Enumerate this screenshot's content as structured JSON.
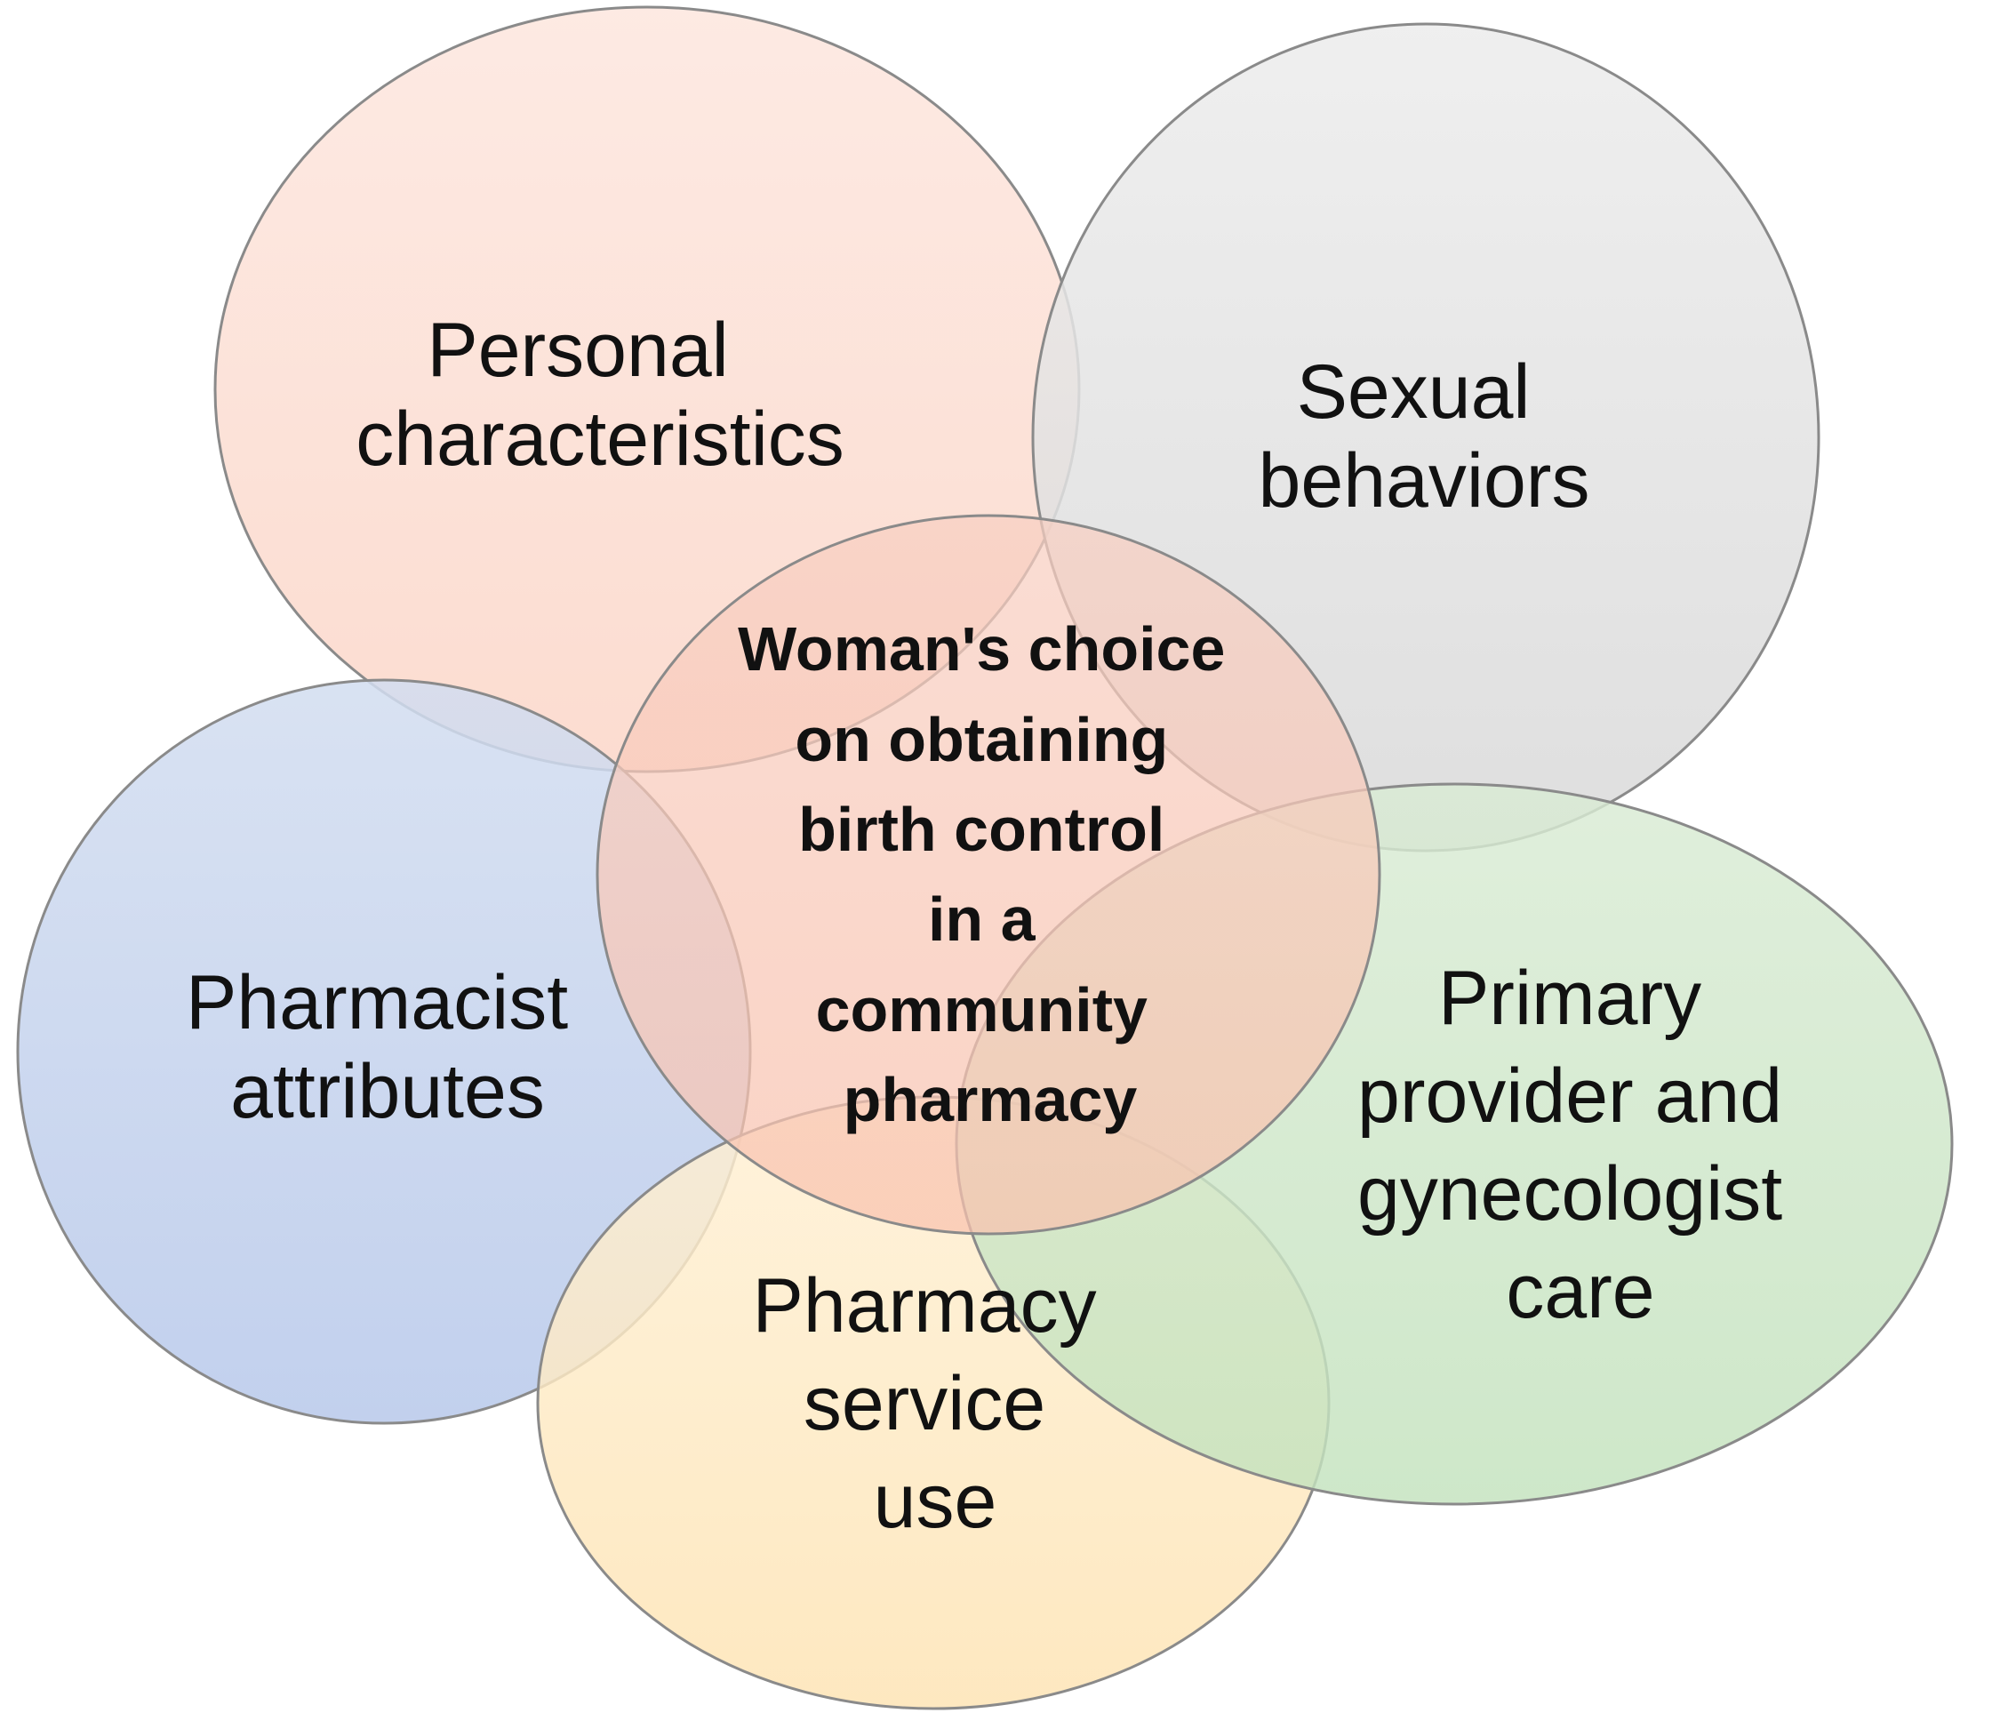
{
  "diagram": {
    "center": {
      "lines": [
        "Woman's choice",
        "on obtaining",
        "birth control",
        "in a",
        "community",
        "pharmacy"
      ],
      "fill_top": "#f8cfc2",
      "fill_bottom": "#f9c2ae"
    },
    "circles": [
      {
        "id": "personal",
        "lines": [
          "Personal",
          "characteristics"
        ],
        "fill_top": "#fde6de",
        "fill_bottom": "#fbd6c8"
      },
      {
        "id": "sexual",
        "lines": [
          "Sexual",
          "behaviors"
        ],
        "fill_top": "#ececec",
        "fill_bottom": "#d9d9d9"
      },
      {
        "id": "pharmacist",
        "lines": [
          "Pharmacist",
          "attributes"
        ],
        "fill_top": "#d2ddf0",
        "fill_bottom": "#b7c8ea"
      },
      {
        "id": "primary",
        "lines": [
          "Primary",
          "provider and",
          "gynecologist",
          "care"
        ],
        "fill_top": "#d9ebd4",
        "fill_bottom": "#c3e2bd"
      },
      {
        "id": "pharmacy-service",
        "lines": [
          "Pharmacy",
          "service",
          "use"
        ],
        "fill_top": "#fff0d4",
        "fill_bottom": "#fde3b2"
      }
    ]
  }
}
